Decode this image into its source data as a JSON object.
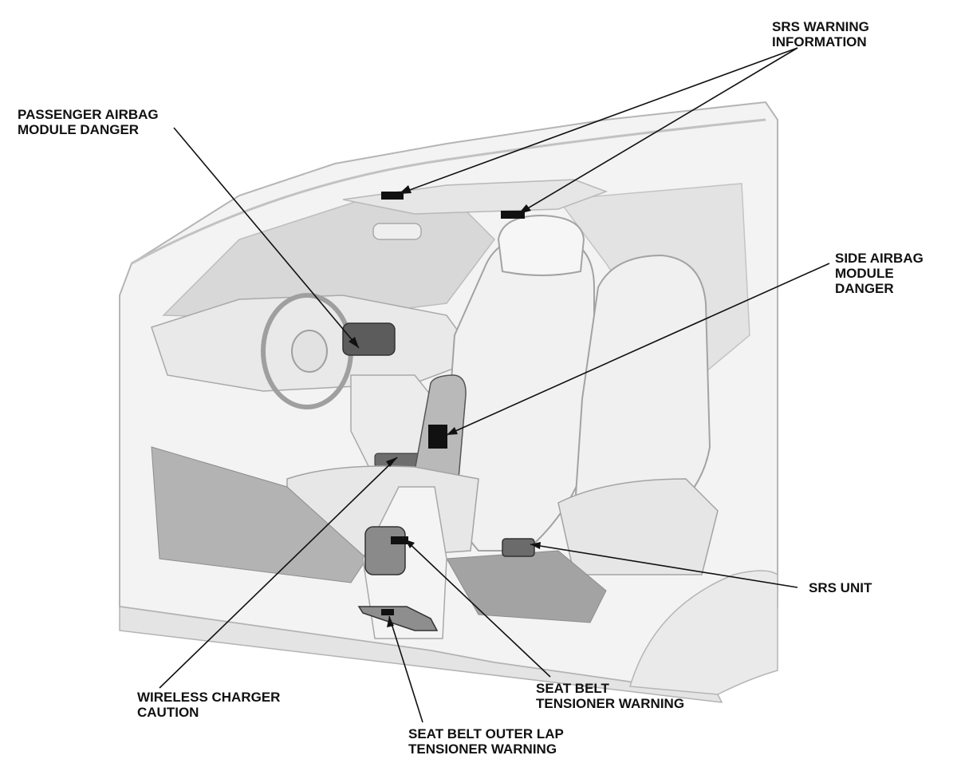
{
  "colors": {
    "line": "#111111",
    "body_light": "#f3f3f3",
    "body_mid": "#dcdcdc",
    "body_dark": "#9a9a9a",
    "glass": "#d6d6d6",
    "floor": "#8c8c8c",
    "label_patch": "#111111"
  },
  "callouts": {
    "srs_warning": {
      "line1": "SRS WARNING",
      "line2": "INFORMATION"
    },
    "passenger_airbag": {
      "line1": "PASSENGER AIRBAG",
      "line2": "MODULE DANGER"
    },
    "side_airbag": {
      "line1": "SIDE AIRBAG",
      "line2": "MODULE",
      "line3": "DANGER"
    },
    "srs_unit": {
      "line1": "SRS UNIT"
    },
    "wireless_charger": {
      "line1": "WIRELESS CHARGER",
      "line2": "CAUTION"
    },
    "seat_belt_tensioner": {
      "line1": "SEAT BELT",
      "line2": "TENSIONER WARNING"
    },
    "seat_belt_outer_lap": {
      "line1": "SEAT BELT OUTER LAP",
      "line2": "TENSIONER WARNING"
    }
  }
}
